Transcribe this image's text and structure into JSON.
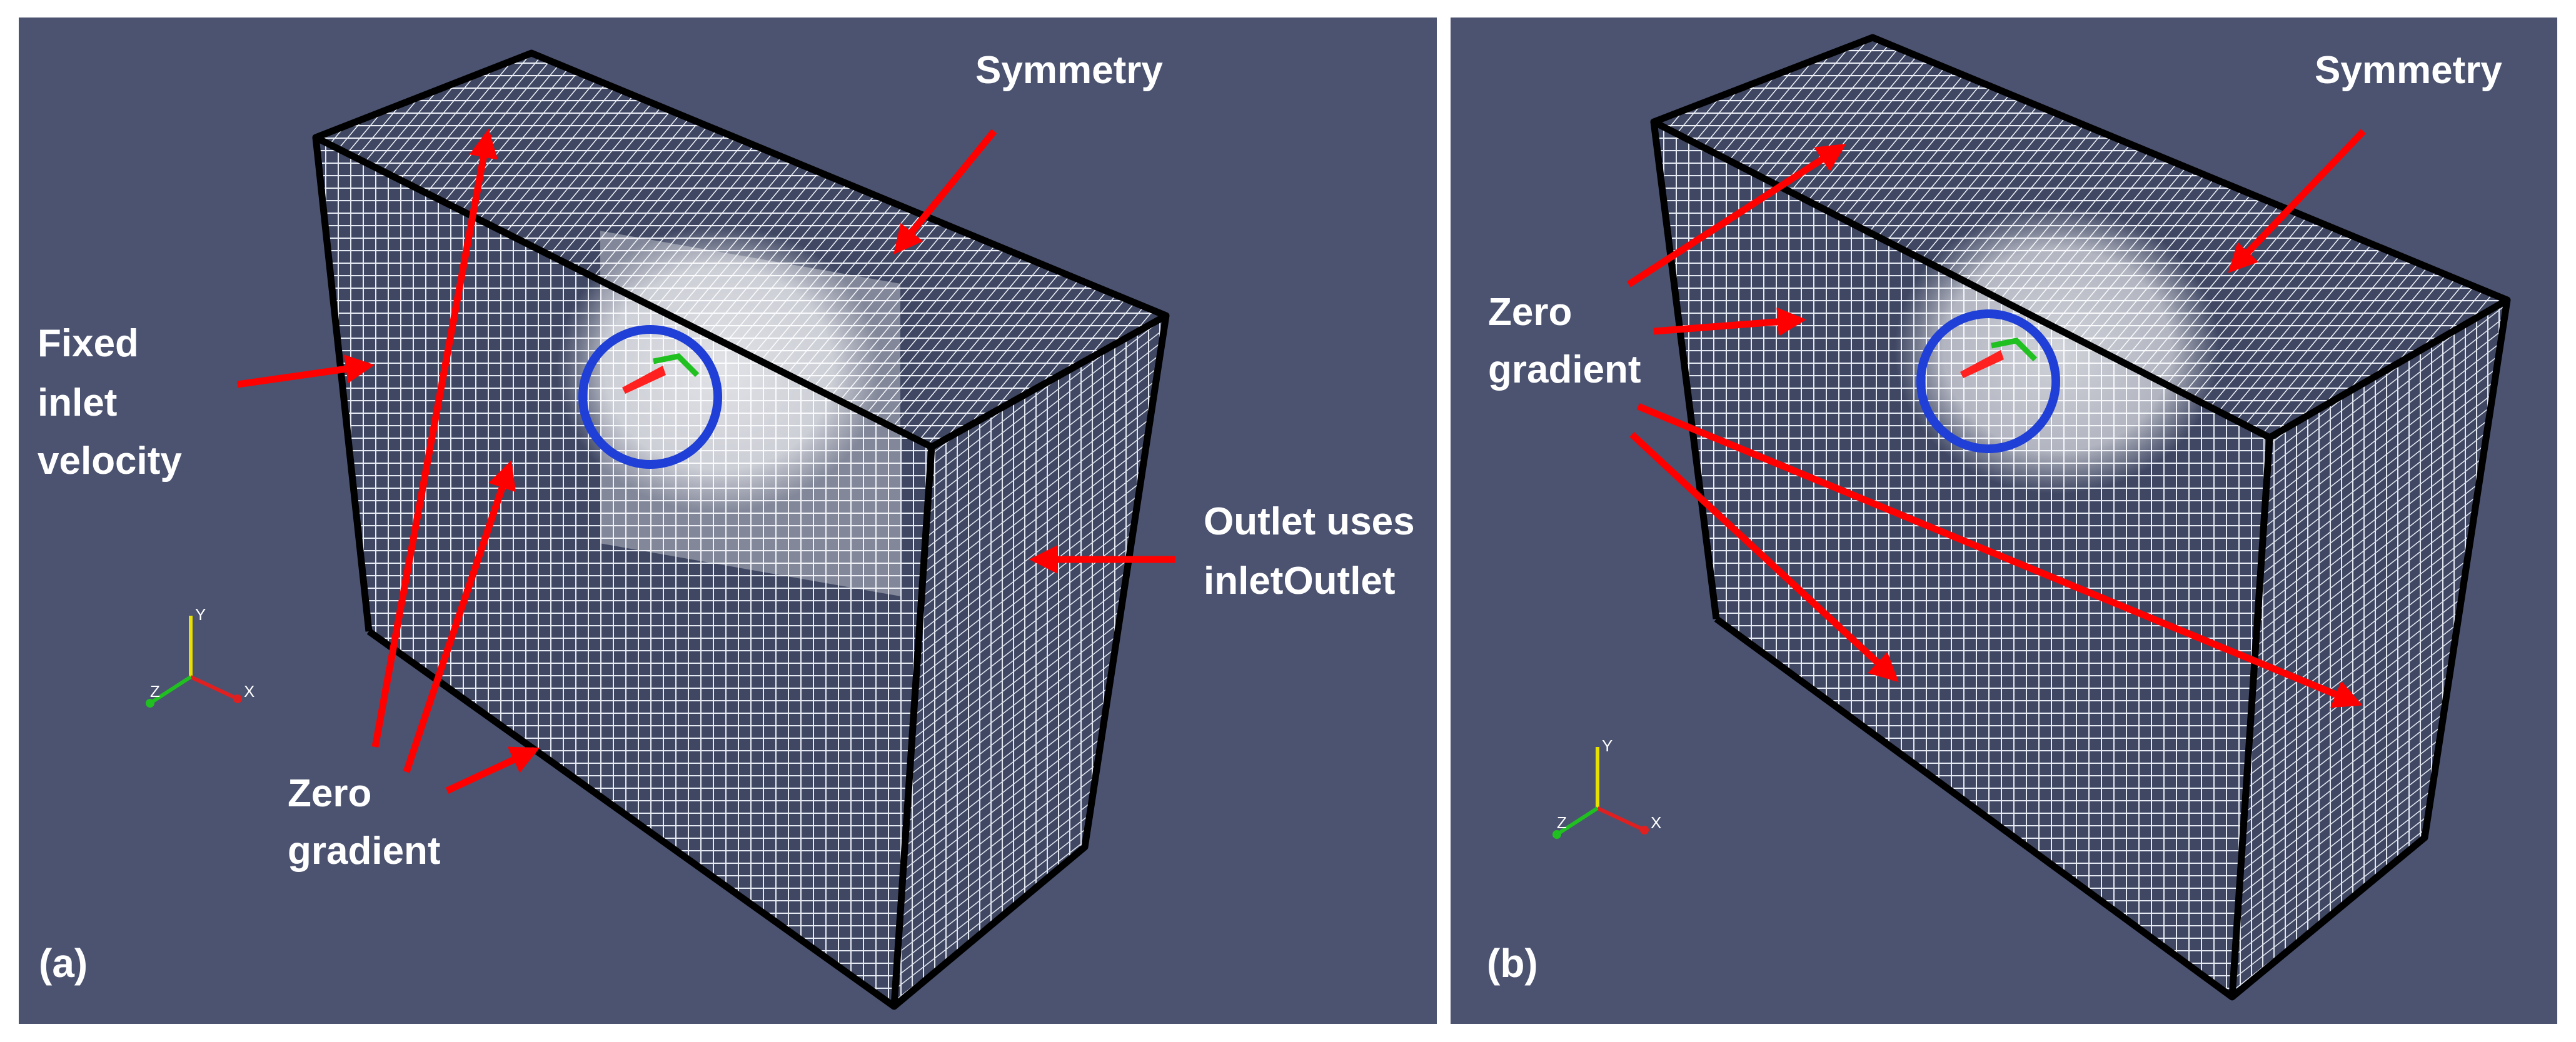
{
  "panels": [
    {
      "tag": "(a)",
      "labels": {
        "symmetry": "Symmetry",
        "fixed_inlet": [
          "Fixed",
          "inlet",
          "velocity"
        ],
        "outlet": [
          "Outlet uses",
          "inletOutlet"
        ],
        "zero_gradient": [
          "Zero",
          "gradient"
        ]
      },
      "axes": {
        "y": "Y",
        "z": "Z",
        "x": "X"
      }
    },
    {
      "tag": "(b)",
      "labels": {
        "symmetry": "Symmetry",
        "zero_gradient": [
          "Zero",
          "gradient"
        ]
      },
      "axes": {
        "y": "Y",
        "z": "Z",
        "x": "X"
      }
    }
  ],
  "colors": {
    "background": "#4b5370",
    "divider": "#ffffff",
    "arrow": "#ff0000",
    "circle": "#1f3fd6",
    "box_edge": "#000000",
    "mesh": "#e8ecf4",
    "axis_y": "#e8e000",
    "axis_x": "#e02020",
    "axis_z": "#20c020"
  }
}
